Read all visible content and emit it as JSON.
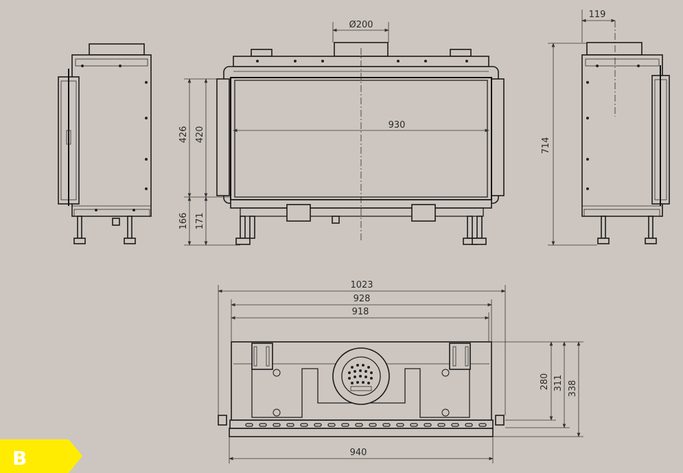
{
  "dimensions": {
    "flue_diameter": "Ø200",
    "side_flue_offset": "119",
    "front_height_outer": "426",
    "front_height_inner": "420",
    "front_width_glass": "930",
    "total_height": "714",
    "leg_height_outer": "166",
    "leg_height_inner": "171",
    "bottom_width_total": "1023",
    "bottom_width_928": "928",
    "bottom_width_918": "918",
    "bottom_width_940": "940",
    "depth_280": "280",
    "depth_311": "311",
    "depth_338": "338"
  },
  "badge": {
    "label": "B",
    "color": "#ffec00"
  },
  "colors": {
    "background": "#cdc6c0",
    "line": "#1e1e1e"
  }
}
